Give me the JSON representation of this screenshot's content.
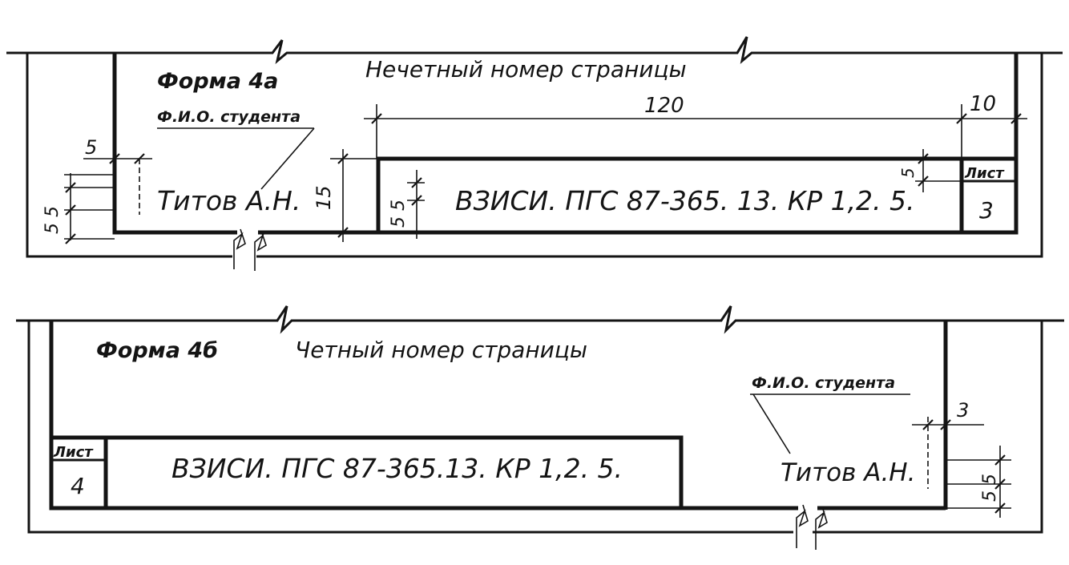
{
  "form_a": {
    "form_label": "Форма 4а",
    "heading": "Нечетный номер страницы",
    "student_label": "Ф.И.О. студента",
    "student_name": "Титов А.Н.",
    "designation": "ВЗИСИ. ПГС 87-365. 13. КР 1,2. 5.",
    "sheet_label": "Лист",
    "sheet_number": "3",
    "dimensions": {
      "width": "120",
      "sheet_width": "10",
      "left_offset": "5",
      "height": "15",
      "line_spacing": "5 5",
      "designation_spacing": "5 5",
      "sheet_label_height": "5"
    }
  },
  "form_b": {
    "form_label": "Форма 4б",
    "heading": "Четный номер страницы",
    "student_label": "Ф.И.О. студента",
    "student_name": "Титов А.Н.",
    "designation": "ВЗИСИ. ПГС 87-365.13. КР 1,2. 5.",
    "sheet_label": "Лист",
    "sheet_number": "4",
    "dimensions": {
      "right_offset": "3",
      "line_spacing": "5 5"
    }
  }
}
